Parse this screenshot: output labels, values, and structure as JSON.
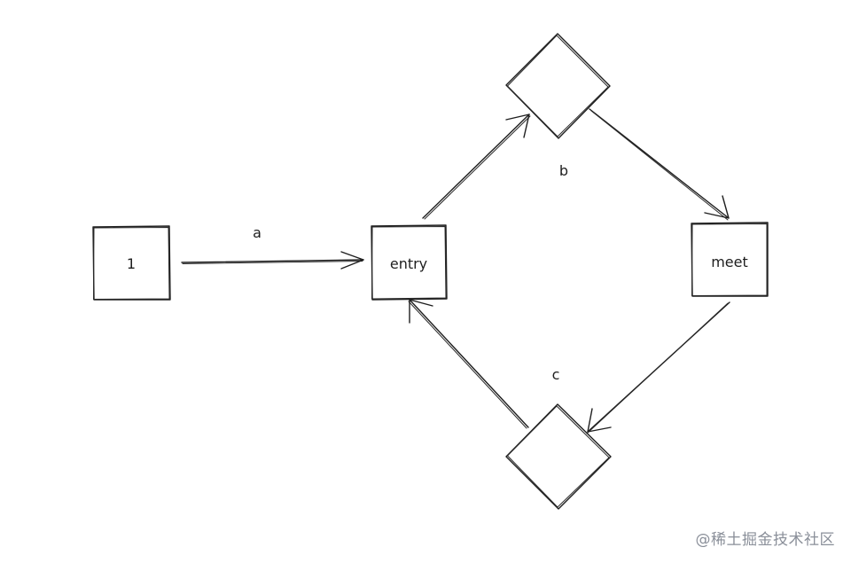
{
  "nodes": {
    "one": {
      "label": "1"
    },
    "entry": {
      "label": "entry"
    },
    "meet": {
      "label": "meet"
    },
    "top": {
      "label": ""
    },
    "bottom": {
      "label": ""
    }
  },
  "edges": {
    "a": {
      "label": "a"
    },
    "b": {
      "label": "b"
    },
    "c": {
      "label": "c"
    }
  },
  "watermark": "@稀土掘金技术社区"
}
